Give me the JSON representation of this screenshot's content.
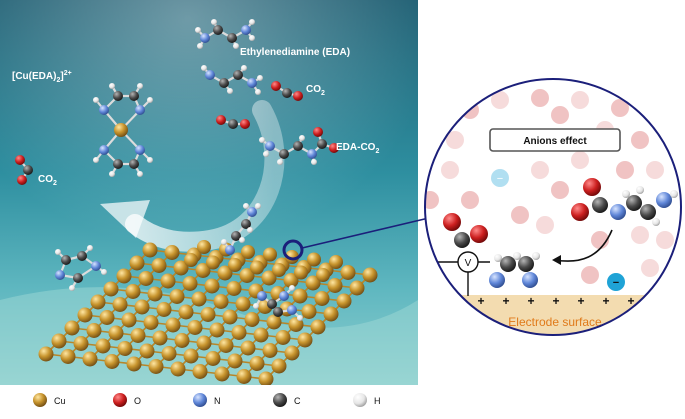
{
  "scene": {
    "labels": {
      "complex": "[Cu(EDA)",
      "complex_sub": "2",
      "complex_close": "]",
      "complex_charge": "2+",
      "eda": "Ethylenediamine (EDA)",
      "co2_top": "CO",
      "co2_top_sub": "2",
      "eda_co2": "EDA-CO",
      "eda_co2_sub": "2",
      "co2_left": "CO",
      "co2_left_sub": "2"
    },
    "colors": {
      "water_top": "#1f5f73",
      "water_bottom": "#6cc2c8",
      "cu": "#c8952e",
      "o": "#cc1f1f",
      "n": "#5f86d8",
      "c": "#4a4a4a",
      "h": "#eeeeee"
    }
  },
  "inset": {
    "title": "Anions effect",
    "voltage_symbol": "V",
    "anion_sign": "−",
    "surface_charge": "+",
    "electrode_label": "Electrode surface",
    "colors": {
      "electrode": "#f3dcb0",
      "electrode_text": "#e07a1a",
      "anion": "#1fa3d6",
      "circle": "#1b1f7a"
    }
  },
  "legend": {
    "items": [
      {
        "key": "cu",
        "label": "Cu"
      },
      {
        "key": "o",
        "label": "O"
      },
      {
        "key": "n",
        "label": "N"
      },
      {
        "key": "c",
        "label": "C"
      },
      {
        "key": "h",
        "label": "H"
      }
    ]
  }
}
